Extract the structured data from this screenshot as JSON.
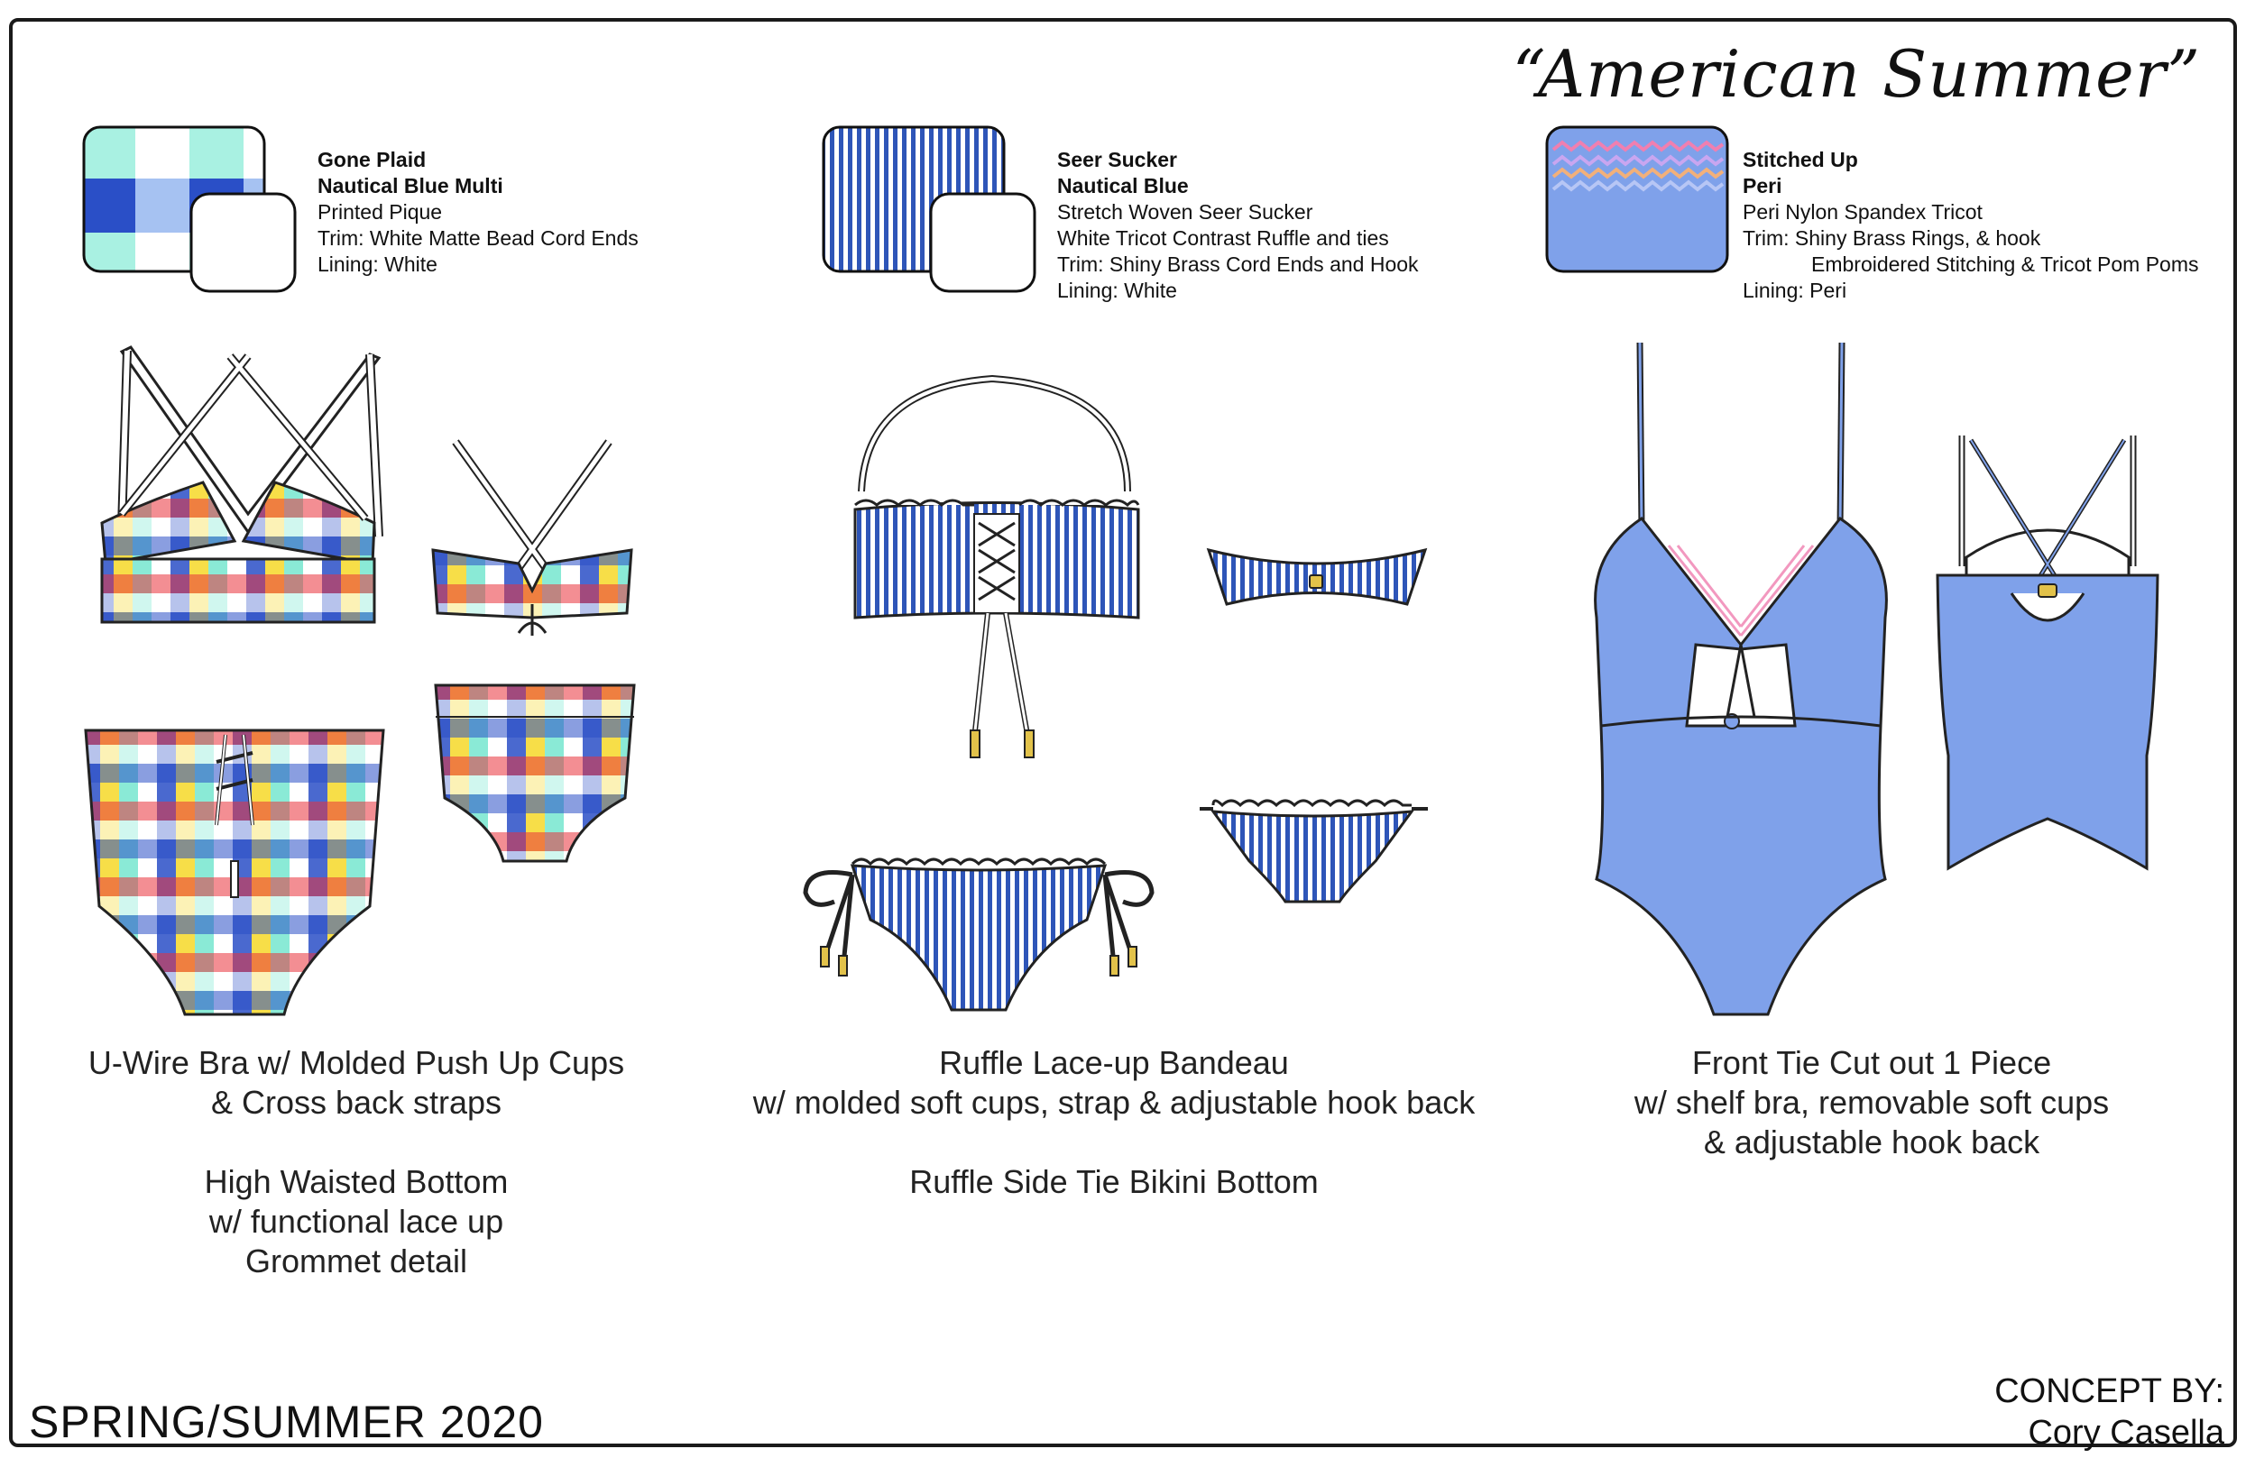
{
  "board": {
    "title": "“American Summer”",
    "season": "SPRING/SUMMER 2020",
    "concept_label": "CONCEPT BY:",
    "concept_author": "Cory Casella"
  },
  "colors": {
    "peri": "#7fa1ea",
    "nautical_blue": "#2e55b8",
    "plaid_colors": [
      "#2a4fc7",
      "#f5d61a",
      "#e8313a",
      "#63e2c8",
      "#ffffff",
      "#f6a21c"
    ]
  },
  "swatches": [
    {
      "name": "Gone Plaid",
      "color": "Nautical Blue Multi",
      "lines": [
        "Printed Pique",
        "Trim: White Matte Bead Cord Ends",
        "Lining: White"
      ]
    },
    {
      "name": "Seer Sucker",
      "color": "Nautical Blue",
      "lines": [
        "Stretch Woven Seer Sucker",
        "White Tricot Contrast Ruffle and ties",
        "Trim: Shiny Brass Cord Ends and Hook",
        "Lining: White"
      ]
    },
    {
      "name": "Stitched Up",
      "color": "Peri",
      "lines": [
        "Peri Nylon Spandex Tricot",
        "Trim: Shiny Brass Rings, & hook"
      ],
      "indented_line": "Embroidered Stitching & Tricot Pom Poms",
      "last_line": "Lining: Peri"
    }
  ],
  "styles": [
    {
      "top_lines": [
        "U-Wire Bra w/  Molded Push Up Cups",
        "& Cross back straps"
      ],
      "bottom_lines": [
        "High Waisted Bottom",
        "w/ functional lace up",
        "Grommet detail"
      ]
    },
    {
      "top_lines": [
        "Ruffle Lace-up Bandeau",
        "w/ molded soft cups, strap & adjustable hook back"
      ],
      "bottom_lines": [
        "Ruffle Side Tie Bikini Bottom"
      ]
    },
    {
      "top_lines": [
        "Front Tie Cut out 1 Piece",
        "w/ shelf bra, removable soft cups",
        "& adjustable hook back"
      ]
    }
  ]
}
